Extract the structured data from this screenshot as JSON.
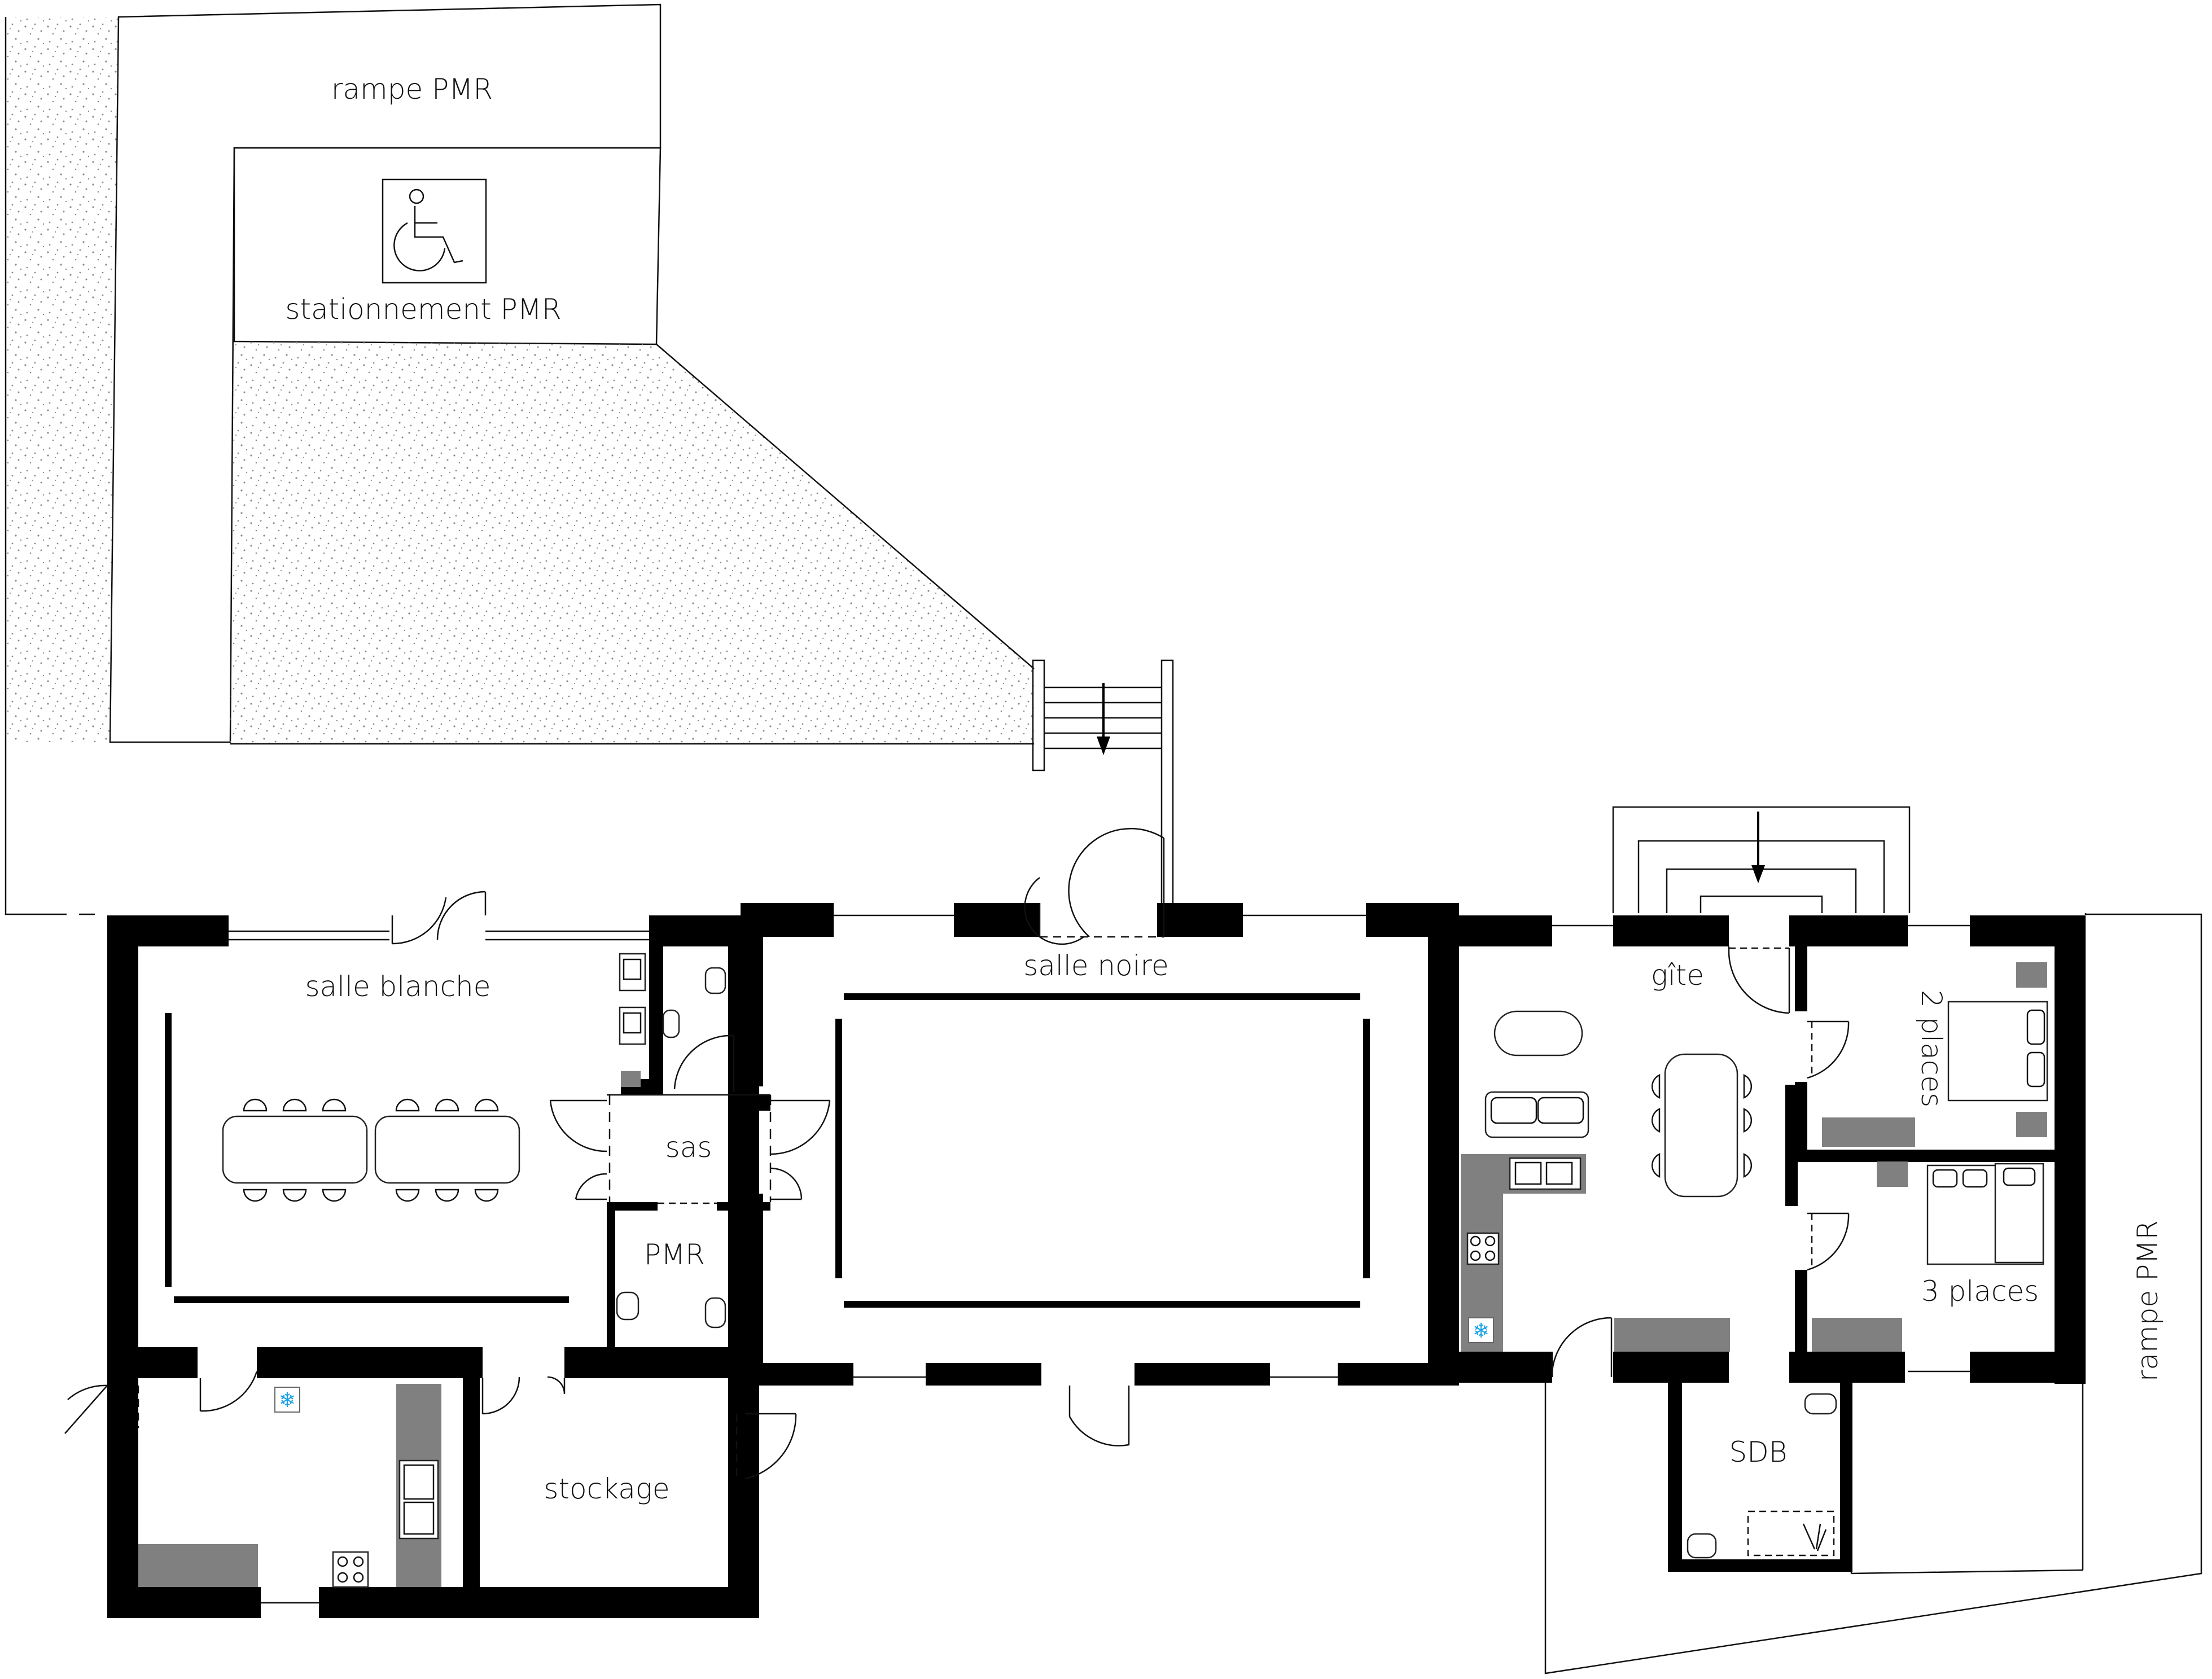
{
  "labels": {
    "rampe_top": "rampe PMR",
    "stationnement": "stationnement PMR",
    "salle_blanche": "salle blanche",
    "salle_noire": "salle noire",
    "sas": "sas",
    "pmr": "PMR",
    "stockage": "stockage",
    "gite": "gîte",
    "two_places": "2 places",
    "three_places": "3 places",
    "sdb": "SDB",
    "rampe_right": "rampe PMR"
  },
  "icons": [
    "wheelchair-icon",
    "snowflake-icon",
    "arrow-down-icon"
  ],
  "colors": {
    "wall": "#000000",
    "counter": "#808080",
    "snowflake": "#1aa3e8",
    "gravel": "#9a9a9a"
  }
}
